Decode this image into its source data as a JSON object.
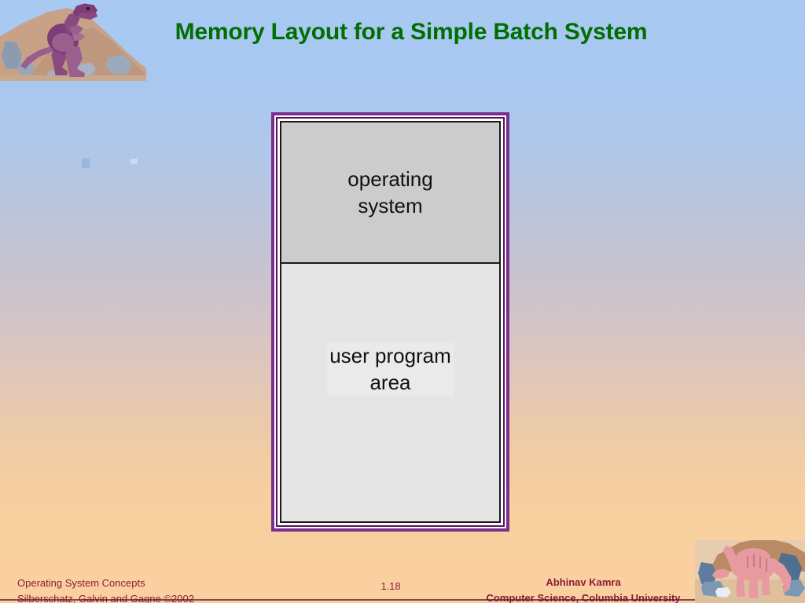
{
  "slide": {
    "title": "Memory Layout for a Simple Batch System",
    "title_color": "#006e00",
    "background_top_color": "#a7c9f2",
    "background_bottom_color": "#fbd0a0"
  },
  "diagram": {
    "border_color": "#7b2d8e",
    "segments": [
      {
        "name": "operating-system",
        "label_line1": "operating",
        "label_line2": "system",
        "fill": "#cccccc"
      },
      {
        "name": "user-program-area",
        "label_line1": "user program",
        "label_line2": "area",
        "fill": "#e5e5e5"
      }
    ]
  },
  "footer": {
    "book_title": "Operating System Concepts",
    "book_authors": "Silberschatz, Galvin and  Gagne ©2002",
    "slide_number": "1.18",
    "presenter_name": "Abhinav Kamra",
    "presenter_affiliation": "Computer Science, Columbia University",
    "text_color": "#8b1b36"
  },
  "artwork": {
    "top_left": "trex-dinosaur-illustration",
    "bottom_right": "sauropod-dinosaur-illustration"
  }
}
